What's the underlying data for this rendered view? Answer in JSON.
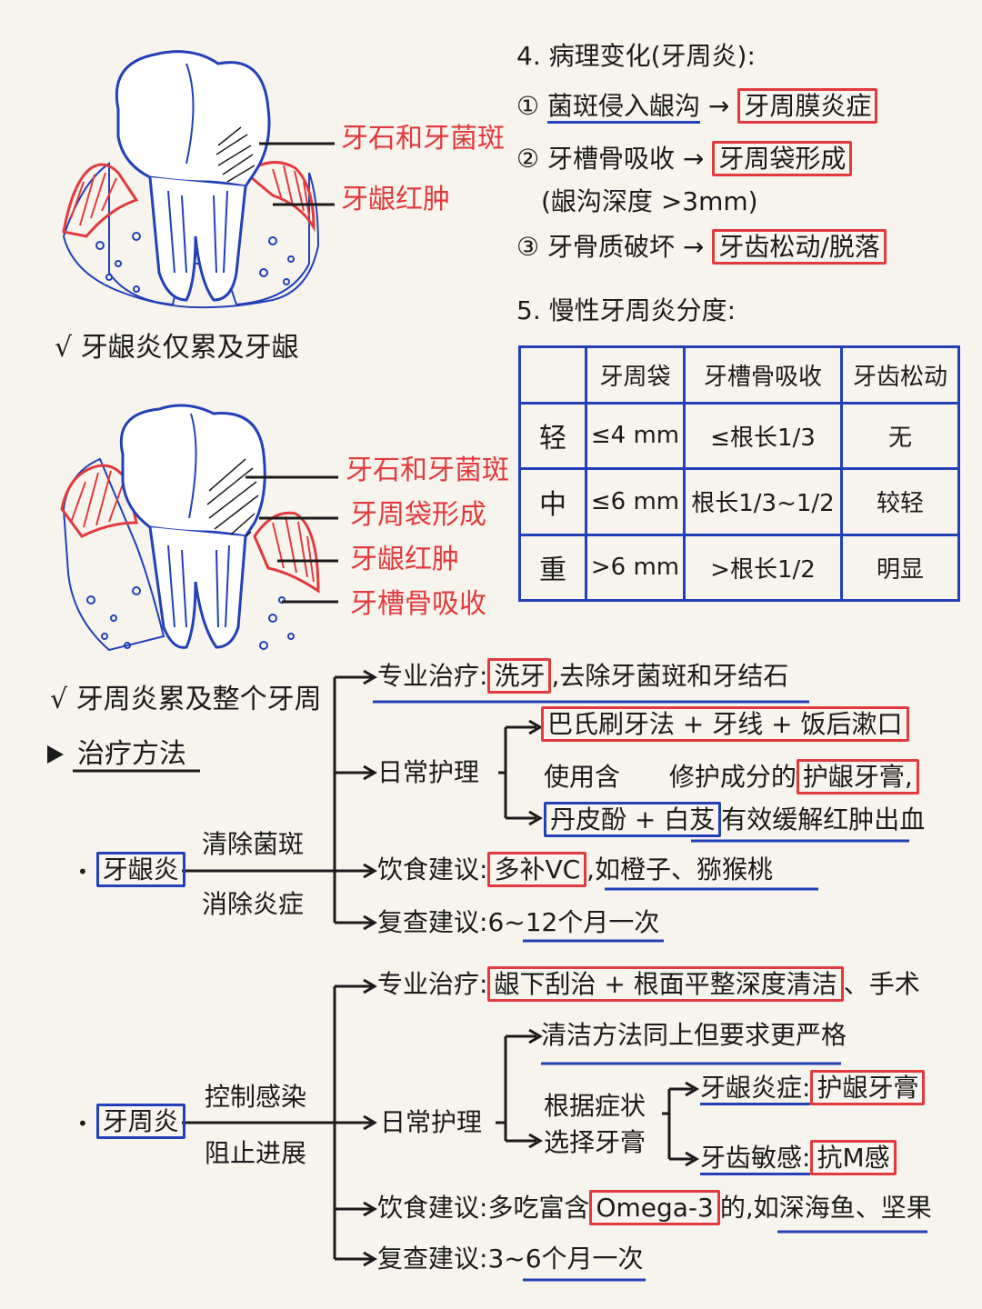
{
  "diagrams": {
    "gingivitis": {
      "labels": [
        "牙石和牙菌斑",
        "牙龈红肿"
      ],
      "caption": "√ 牙龈炎仅累及牙龈"
    },
    "periodontitis": {
      "labels": [
        "牙石和牙菌斑",
        "牙周袋形成",
        "牙龈红肿",
        "牙槽骨吸收"
      ],
      "caption": "√ 牙周炎累及整个牙周"
    }
  },
  "pathology": {
    "title": "4. 病理变化(牙周炎):",
    "items": [
      {
        "num": "①",
        "cause": "菌斑侵入龈沟",
        "arrow": "→",
        "result": "牙周膜炎症"
      },
      {
        "num": "②",
        "cause": "牙槽骨吸收",
        "arrow": "→",
        "result": "牙周袋形成"
      },
      {
        "note": "(龈沟深度 >3mm)"
      },
      {
        "num": "③",
        "cause": "牙骨质破坏",
        "arrow": "→",
        "result": "牙齿松动/脱落"
      }
    ]
  },
  "grading": {
    "title": "5. 慢性牙周炎分度:",
    "headers": [
      "",
      "牙周袋",
      "牙槽骨吸收",
      "牙齿松动"
    ],
    "rows": [
      [
        "轻",
        "≤4 mm",
        "≤根长1/3",
        "无"
      ],
      [
        "中",
        "≤6 mm",
        "根长1/3~1/2",
        "较轻"
      ],
      [
        "重",
        ">6 mm",
        ">根长1/2",
        "明显"
      ]
    ]
  },
  "treatment": {
    "title": "治疗方法",
    "gingivitis": {
      "name": "牙龈炎",
      "goals": [
        "清除菌斑",
        "消除炎症"
      ],
      "professional": {
        "label": "专业治疗:",
        "highlight": "洗牙",
        "rest": ",去除牙菌斑和牙结石"
      },
      "daily": {
        "label": "日常护理",
        "items": [
          "巴氏刷牙法 + 牙线 + 饭后漱口"
        ],
        "use_prefix": "使用含",
        "use_middle": "修护成分的",
        "use_highlight": "护龈牙膏,",
        "ingredients": "丹皮酚 + 白芨",
        "ingredients_rest": "有效缓解红肿出血"
      },
      "diet": {
        "label": "饮食建议:",
        "highlight": "多补VC",
        "rest": ",如橙子、猕猴桃"
      },
      "checkup": {
        "label": "复查建议:",
        "value": "6~12个月一次"
      }
    },
    "periodontitis": {
      "name": "牙周炎",
      "goals": [
        "控制感染",
        "阻止进展"
      ],
      "professional": {
        "label": "专业治疗:",
        "highlight": "龈下刮治 + 根面平整深度清洁",
        "rest": "、手术"
      },
      "daily": {
        "label": "日常护理",
        "clean": "清洁方法同上但要求更严格",
        "choose_line1": "根据症状",
        "choose_line2": "选择牙膏",
        "options": [
          {
            "symptom": "牙龈炎症:",
            "paste": "护龈牙膏"
          },
          {
            "symptom": "牙齿敏感:",
            "paste": "抗M感"
          }
        ]
      },
      "diet": {
        "label": "饮食建议:",
        "prefix": "多吃富含",
        "highlight": "Omega-3",
        "rest": "的,如深海鱼、坚果"
      },
      "checkup": {
        "label": "复查建议:",
        "value": "3~6个月一次"
      }
    }
  },
  "colors": {
    "red": "#e23a3d",
    "blue": "#2240b8",
    "ink": "#1b1b1b",
    "paper": "#f7f4ee"
  }
}
